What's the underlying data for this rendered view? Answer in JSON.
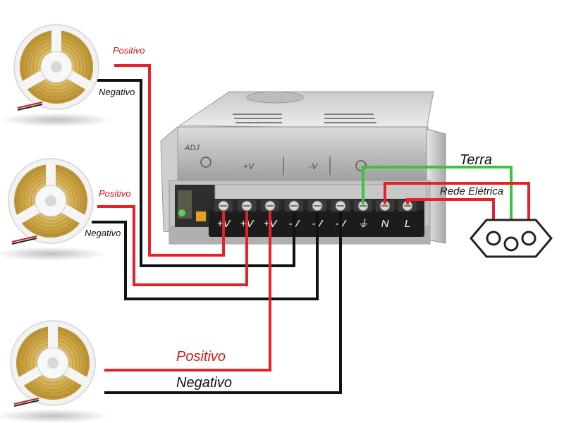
{
  "strips": [
    {
      "positive_label": "Positivo",
      "negative_label": "Negativo"
    },
    {
      "positive_label": "Positivo",
      "negative_label": "Negativo"
    },
    {
      "positive_label": "Positivo",
      "negative_label": "Negativo"
    }
  ],
  "mains": {
    "earth_label": "Terra",
    "grid_label": "Rede Elétrica"
  },
  "psu": {
    "terminals": [
      "+V",
      "+V",
      "+V",
      "-V",
      "-V",
      "-V",
      "⏚",
      "N",
      "L"
    ],
    "panel_marks": [
      "ADJ",
      "+V",
      "-V"
    ]
  },
  "colors": {
    "positive": "#e8202a",
    "negative": "#111111",
    "earth": "#3cc43c",
    "label_red": "#d8141c"
  }
}
